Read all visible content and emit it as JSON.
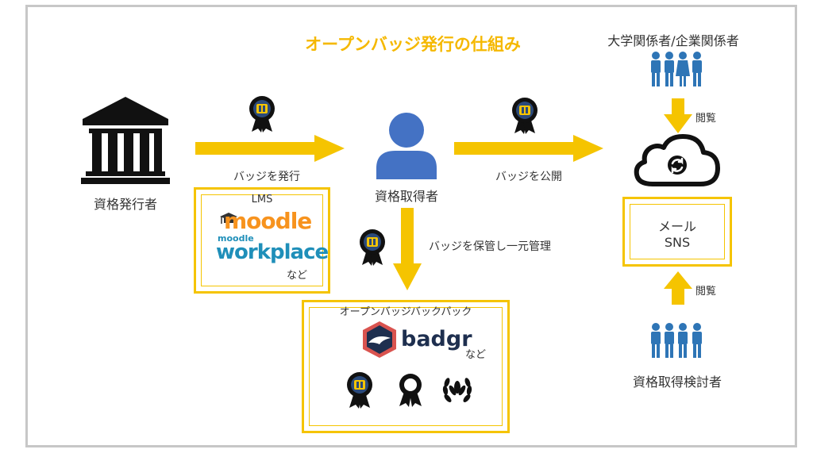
{
  "title": "オープンバッジ発行の仕組み",
  "actors": {
    "issuer": "資格発行者",
    "earner": "資格取得者",
    "viewers": "大学関係者/企業関係者",
    "prospects": "資格取得検討者"
  },
  "arrows": {
    "issue": "バッジを発行",
    "publish": "バッジを公開",
    "store": "バッジを保管し一元管理",
    "view_top": "閲覧",
    "view_bottom": "閲覧"
  },
  "lms_box": {
    "header": "LMS",
    "logo_moodle": "moodle",
    "logo_workplace_small": "moodle",
    "logo_workplace_big": "workplace",
    "etc": "など"
  },
  "backpack_box": {
    "header": "オープンバッジバックパック",
    "logo_badgr": "badgr",
    "etc": "など"
  },
  "share_box": {
    "line1": "メール",
    "line2": "SNS"
  },
  "colors": {
    "accent_yellow": "#f5c400",
    "title_yellow": "#f5b800",
    "person_blue": "#4472c4",
    "people_blue": "#2e75b6",
    "dark": "#222222",
    "frame_gray": "#c7c7c7"
  },
  "icons": [
    "bank-icon",
    "person-icon",
    "cloud-sync-icon",
    "people-group-icon",
    "badge-icon",
    "ribbon-award-icon",
    "laurel-wreath-icon",
    "moodle-hat-icon",
    "badgr-logo-icon"
  ]
}
